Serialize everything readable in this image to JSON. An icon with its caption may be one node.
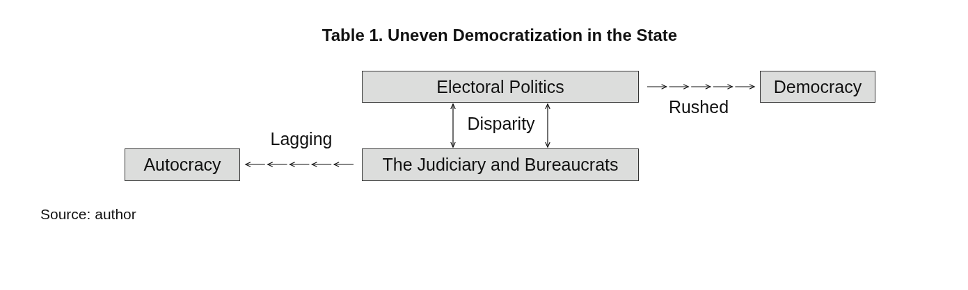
{
  "diagram": {
    "title": "Table 1. Uneven Democratization in the State",
    "caption": "Source: author",
    "nodes": [
      {
        "text": [
          "Electoral Politics"
        ]
      },
      {
        "text": [
          "Democracy"
        ]
      },
      {
        "text": [
          "The Judiciary and Bureaucrats"
        ]
      },
      {
        "text": [
          "Autocracy"
        ]
      }
    ],
    "edges": [
      {
        "from": 0,
        "to": 1,
        "arrow": "to",
        "label": "Rushed",
        "style": "dashed"
      },
      {
        "from": 0,
        "to": 2,
        "arrow": "both"
      },
      {
        "from": 0,
        "to": 2,
        "arrow": "both"
      },
      {
        "from": 2,
        "to": 3,
        "arrow": "to",
        "label": "Lagging",
        "style": "dashed"
      }
    ],
    "labels": [
      "Disparity"
    ]
  }
}
